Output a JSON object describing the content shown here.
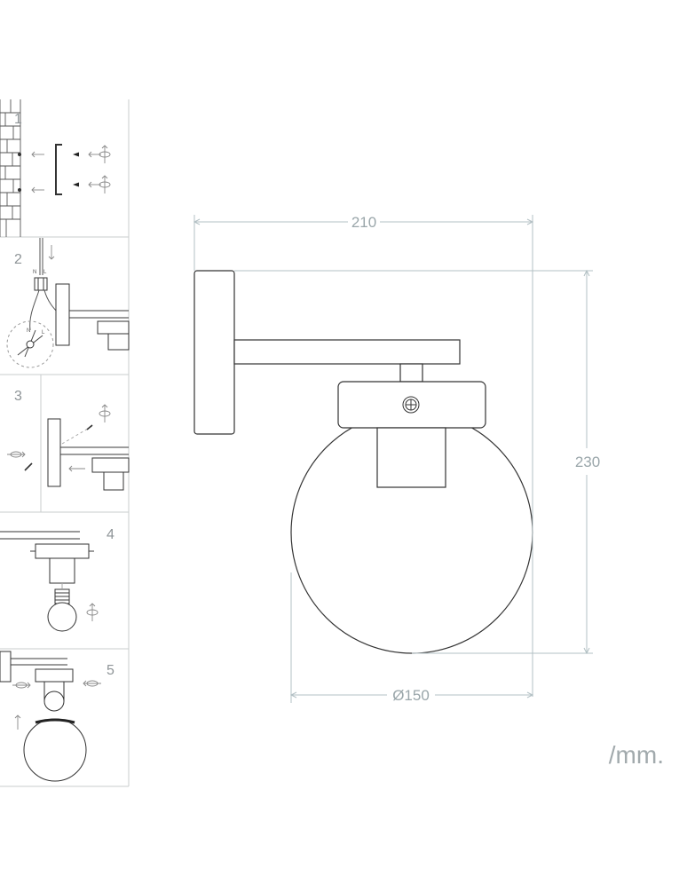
{
  "dimensions": {
    "width_label": "210",
    "height_label": "230",
    "diameter_label": "Ø150"
  },
  "units_label": "/mm.",
  "steps": [
    {
      "number": "1",
      "wire_labels": []
    },
    {
      "number": "2",
      "wire_labels": [
        "N",
        "L",
        "N",
        "L"
      ]
    },
    {
      "number": "3",
      "wire_labels": []
    },
    {
      "number": "4",
      "wire_labels": []
    },
    {
      "number": "5",
      "wire_labels": []
    }
  ],
  "colors": {
    "line": "#3a3a3a",
    "dimension": "#b3c0c4",
    "border": "#c8cccd",
    "text": "#9aa6aa"
  }
}
